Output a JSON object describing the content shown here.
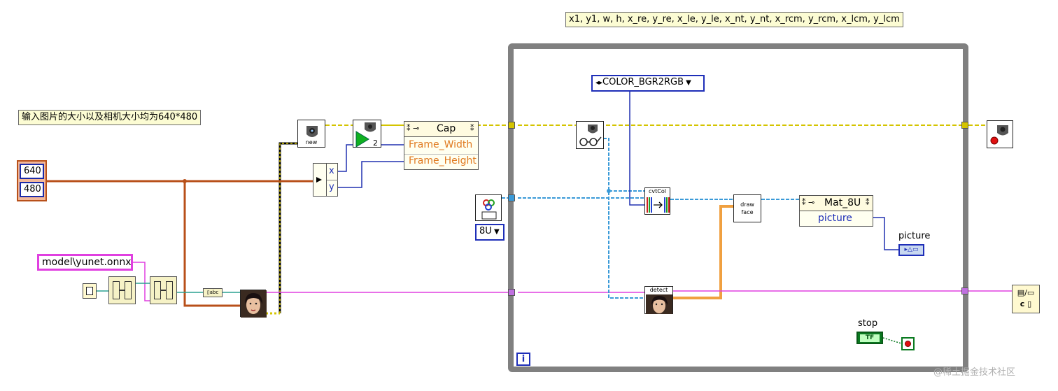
{
  "output_comment": "x1, y1, w, h, x_re, y_re, x_le, y_le, x_nt, y_nt, x_rcm, y_rcm, x_lcm, y_lcm",
  "input_comment": "输入图片的大小以及相机大小均为640*480",
  "width_value": "640",
  "height_value": "480",
  "model_path": "model\\yunet.onnx",
  "camera_new_label": "new",
  "camera_start_count": "2",
  "cap_property": {
    "title": "Cap",
    "frame_width": "Frame_Width",
    "frame_height": "Frame_Height"
  },
  "bundle": {
    "x": "x",
    "y": "y"
  },
  "color_code": "COLOR_BGR2RGB",
  "mat_type": "8U",
  "cvtcol_label": "cvtCol",
  "draw_face_label": "draw\nface",
  "detect_label": "detect",
  "mat_property": {
    "title": "Mat_8U",
    "item": "picture"
  },
  "picture_label": "picture",
  "stop_label": "stop",
  "stop_value": "TF",
  "loop_index": "i",
  "watermark": "@稀土掘金技术社区",
  "colors": {
    "wire_yellow": "#d4c400",
    "wire_orange": "#b8501a",
    "wire_pink": "#e040e0",
    "wire_blue": "#3a9ad8",
    "wire_navy": "#2030b0",
    "wire_green": "#0a7a20",
    "loop_border": "#808080"
  }
}
